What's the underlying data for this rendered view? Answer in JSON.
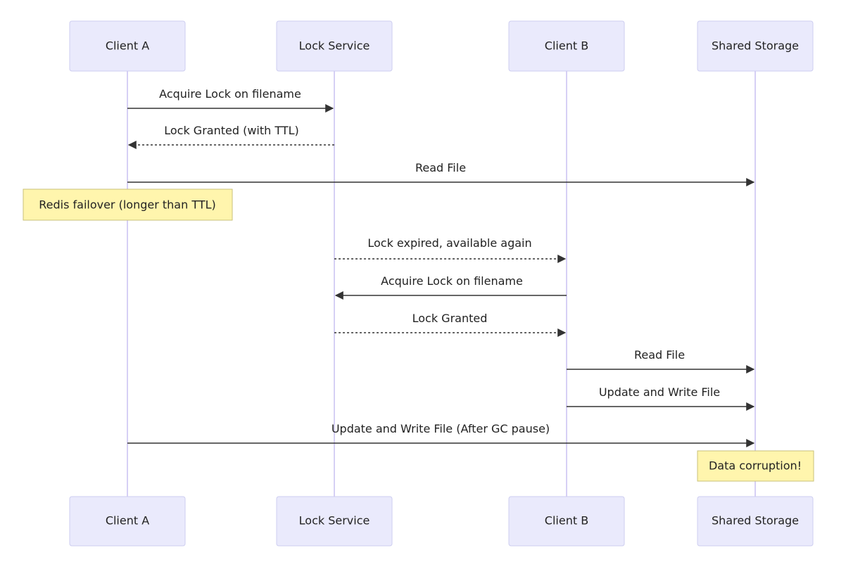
{
  "participants": [
    {
      "id": "A",
      "label": "Client A"
    },
    {
      "id": "L",
      "label": "Lock Service"
    },
    {
      "id": "B",
      "label": "Client B"
    },
    {
      "id": "S",
      "label": "Shared Storage"
    }
  ],
  "messages": [
    {
      "from": "A",
      "to": "L",
      "text": "Acquire Lock on filename",
      "style": "solid"
    },
    {
      "from": "L",
      "to": "A",
      "text": "Lock Granted (with TTL)",
      "style": "dashed"
    },
    {
      "from": "A",
      "to": "S",
      "text": "Read File",
      "style": "solid"
    },
    {
      "from": "L",
      "to": "B",
      "text": "Lock expired, available again",
      "style": "dashed"
    },
    {
      "from": "B",
      "to": "L",
      "text": "Acquire Lock on filename",
      "style": "solid"
    },
    {
      "from": "L",
      "to": "B",
      "text": "Lock Granted",
      "style": "dashed"
    },
    {
      "from": "B",
      "to": "S",
      "text": "Read File",
      "style": "solid"
    },
    {
      "from": "B",
      "to": "S",
      "text": "Update and Write File",
      "style": "solid"
    },
    {
      "from": "A",
      "to": "S",
      "text": "Update and Write File (After GC pause)",
      "style": "solid"
    }
  ],
  "notes": [
    {
      "over": "A",
      "text": "Redis failover (longer than TTL)"
    },
    {
      "over": "S",
      "text": "Data corruption!"
    }
  ],
  "colors": {
    "actor_fill": "#eaeafc",
    "actor_stroke": "#cdcdf0",
    "lifeline": "#d6d0f5",
    "note_fill": "#fff5ad",
    "note_stroke": "#c9c17a",
    "arrow": "#333333"
  }
}
